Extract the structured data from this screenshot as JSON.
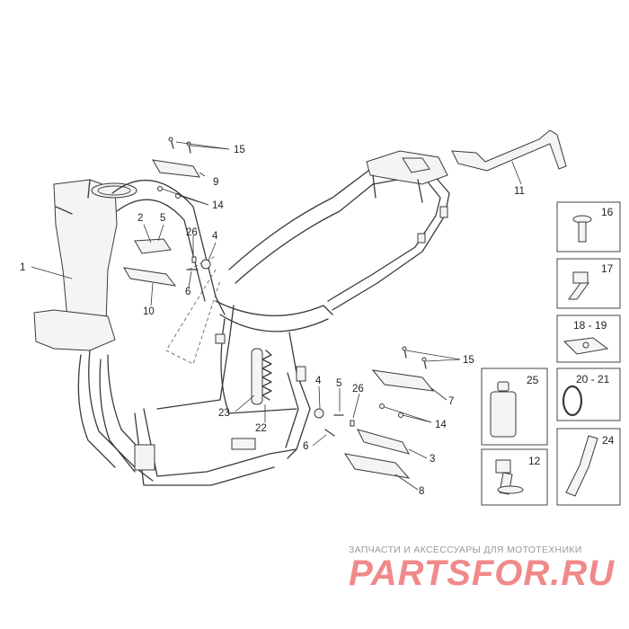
{
  "callouts": {
    "c1": "1",
    "c2": "2",
    "c3": "3",
    "c4a": "4",
    "c4b": "4",
    "c5a": "5",
    "c5b": "5",
    "c6a": "6",
    "c6b": "6",
    "c7": "7",
    "c8": "8",
    "c9": "9",
    "c10": "10",
    "c11": "11",
    "c14a": "14",
    "c14b": "14",
    "c15a": "15",
    "c15b": "15",
    "c22": "22",
    "c23": "23",
    "c26a": "26",
    "c26b": "26"
  },
  "side_boxes": {
    "b16": "16",
    "b17": "17",
    "b18": "18 - 19",
    "b20": "20 - 21",
    "b24": "24",
    "b25": "25",
    "b12": "12"
  },
  "watermark": {
    "line1": "ЗАПЧАСТИ И АКСЕССУАРЫ ДЛЯ МОТОТЕХНИКИ",
    "line2": "PARTSFOR.RU"
  }
}
